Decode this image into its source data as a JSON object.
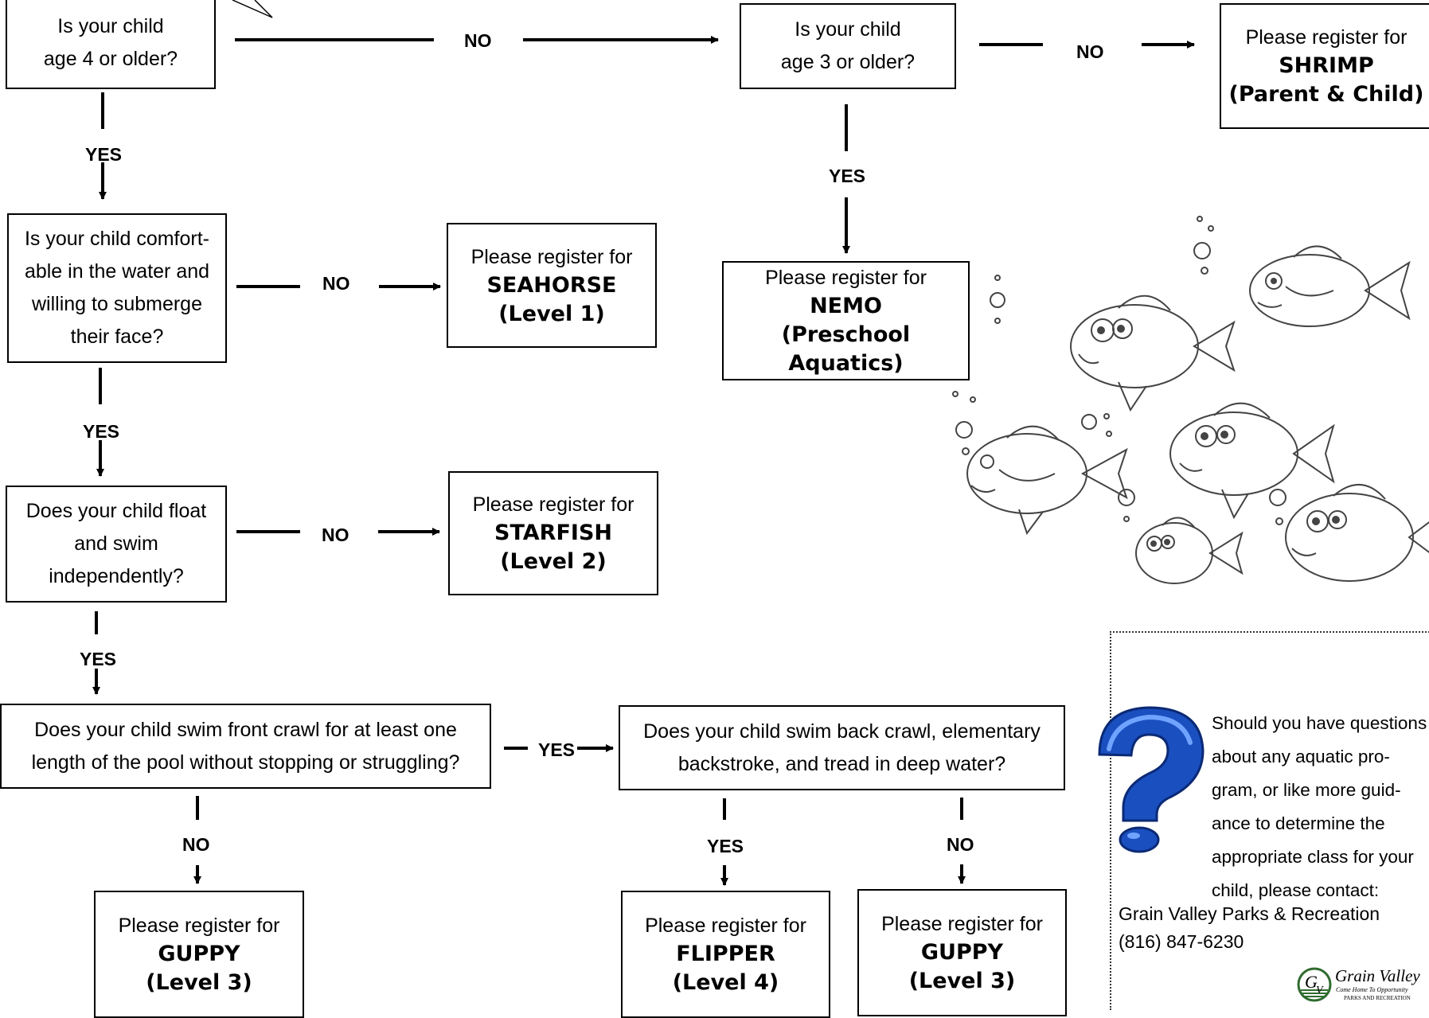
{
  "questions": {
    "q_age4": "Is your child age 4 or older?",
    "q_age3": "Is your child age 3 or older?",
    "q_comfort": "Is your child comfortable in the water and willing to submerge their face?",
    "q_float": "Does your child float and swim independently?",
    "q_front": "Does your child swim front crawl for at least one length of the pool without stopping or struggling?",
    "q_back": "Does your child swim back crawl, elementary backstroke, and tread in deep water?"
  },
  "question_lines": {
    "q_age4": [
      "Is your child",
      "age 4 or older?"
    ],
    "q_age3": [
      "Is your child",
      "age 3 or older?"
    ],
    "q_comfort": [
      "Is your child comfort-",
      "able in the water and",
      "willing to submerge",
      "their face?"
    ],
    "q_float": [
      "Does your child float",
      "and swim",
      "independently?"
    ],
    "q_front": [
      "Does your child swim front crawl for at least one",
      "length of the pool without stopping or struggling?"
    ],
    "q_back": [
      "Does your child swim back crawl, elementary",
      "backstroke, and tread in deep water?"
    ]
  },
  "register_prefix": "Please register for",
  "results": {
    "shrimp": {
      "program": "SHRIMP",
      "level": "(Parent & Child)"
    },
    "seahorse": {
      "program": "SEAHORSE",
      "level": "(Level 1)"
    },
    "nemo": {
      "program": "NEMO",
      "level": "(Preschool Aquatics)"
    },
    "starfish": {
      "program": "STARFISH",
      "level": "(Level 2)"
    },
    "guppy_a": {
      "program": "GUPPY",
      "level": "(Level 3)"
    },
    "flipper": {
      "program": "FLIPPER",
      "level": "(Level 4)"
    },
    "guppy_b": {
      "program": "GUPPY",
      "level": "(Level 3)"
    }
  },
  "edge_labels": {
    "yes": "YES",
    "no": "NO"
  },
  "contact": {
    "lines": [
      "Should you have questions",
      "about any aquatic pro-",
      "gram, or like more guid-",
      "ance to determine the",
      "appropriate class for your",
      "child, please contact:"
    ],
    "text": "Should you have questions about any aquatic program, or like more guidance to determine the appropriate class for your child, please contact:",
    "organization": "Grain Valley Parks & Recreation",
    "phone": "(816) 847-6230"
  },
  "logo": {
    "name": "Grain Valley",
    "tagline": "Come Home To Opportunity",
    "sub": "PARKS AND RECREATION",
    "text": "Grain Valley Come Home To Opportunity PARKS AND RECREATION"
  },
  "colors": {
    "question_mark": "#1a4fc0",
    "question_mark_highlight": "#6fa3ff",
    "fish_sketch": "#444444"
  }
}
